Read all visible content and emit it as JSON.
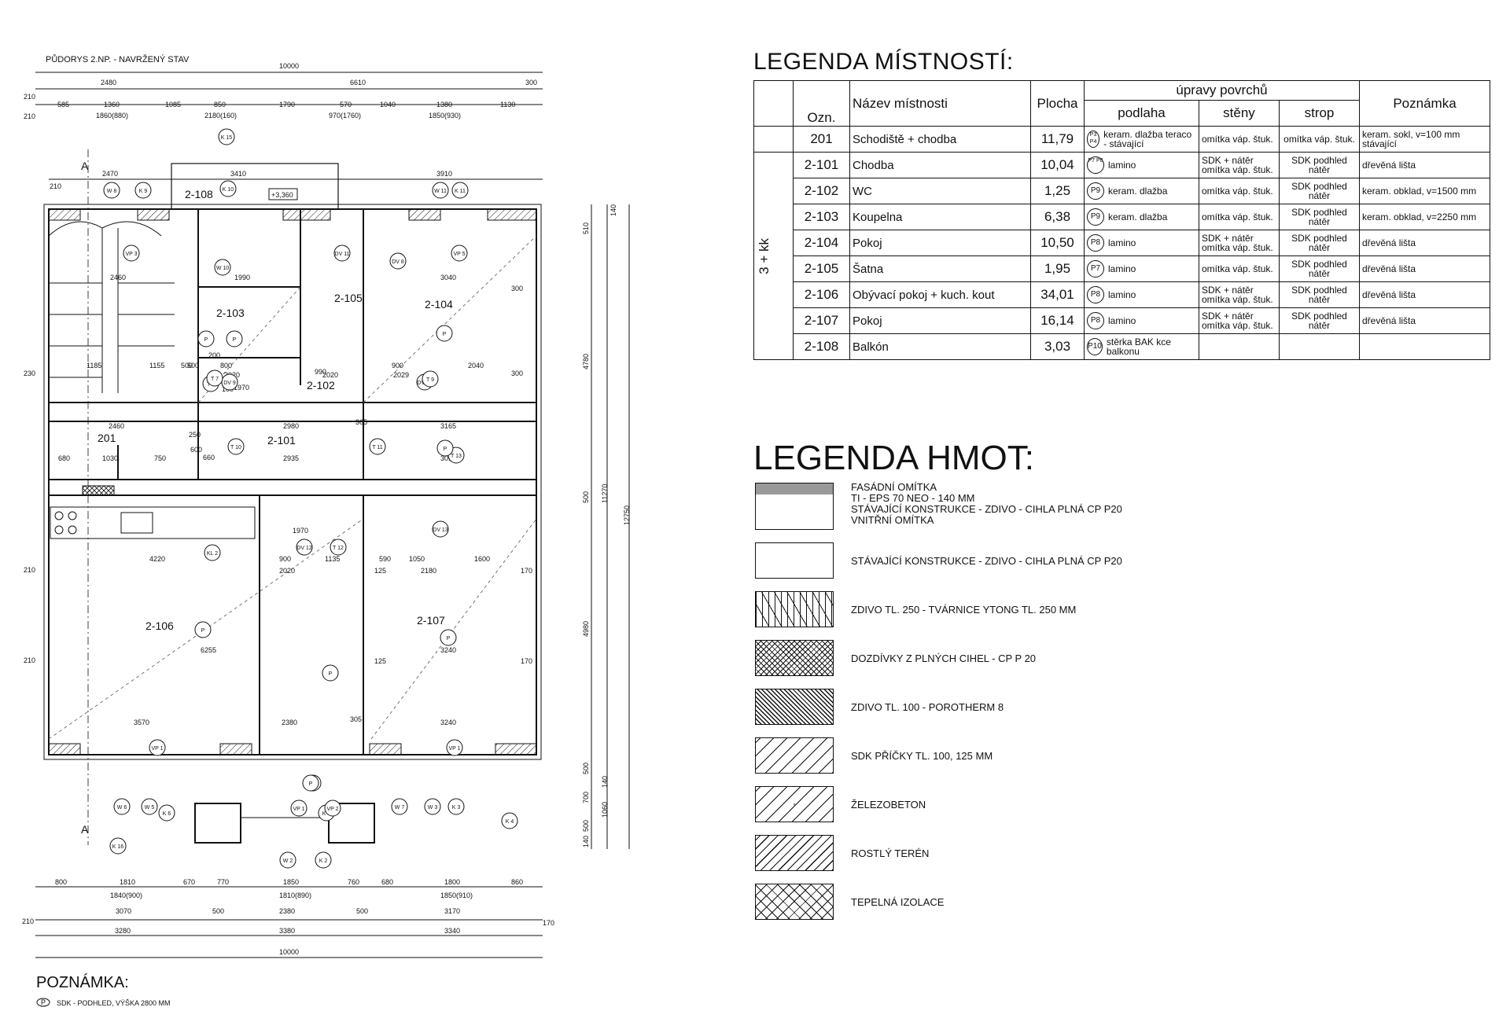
{
  "plan": {
    "title": "PŮDORYS 2.NP. - NAVRŽENÝ STAV",
    "level_mark": "+3,360",
    "section_marks": [
      "A",
      "A"
    ],
    "dims_top_total": "10000",
    "dims_top_row1": [
      "2480",
      "6610",
      "300"
    ],
    "dims_top_row2": [
      "585",
      "1360",
      "1085",
      "850",
      "1790",
      "570",
      "1040",
      "1380",
      "1130"
    ],
    "dims_top_row2_sub": [
      "1860(880)",
      "2180(160)",
      "970(1760)",
      "1850(930)"
    ],
    "dims_side_left": [
      "210",
      "210",
      "210",
      "230",
      "210",
      "210"
    ],
    "dims_right": [
      "140",
      "510",
      "4780",
      "500",
      "11270",
      "12750",
      "4980",
      "500",
      "140",
      "700",
      "1060",
      "500",
      "140"
    ],
    "dims_bottom_row1": [
      "800",
      "1810",
      "670",
      "770",
      "1850",
      "760",
      "680",
      "1800",
      "860"
    ],
    "dims_bottom_row1_sub": [
      "1840(900)",
      "1810(890)",
      "1850(910)"
    ],
    "dims_bottom_row2": [
      "3070",
      "500",
      "2380",
      "500",
      "3170"
    ],
    "dims_bottom_row3": [
      "3280",
      "3380",
      "3340"
    ],
    "dims_bottom_total": "10000",
    "dims_bottom_side": [
      "210",
      "170"
    ],
    "rooms": [
      {
        "id": "2-108"
      },
      {
        "id": "2-103"
      },
      {
        "id": "2-105"
      },
      {
        "id": "2-104"
      },
      {
        "id": "2-102"
      },
      {
        "id": "201"
      },
      {
        "id": "2-101"
      },
      {
        "id": "2-106"
      },
      {
        "id": "2-107"
      }
    ],
    "inner_dims": [
      "2470",
      "3410",
      "3910",
      "2460",
      "3040",
      "1185",
      "1155",
      "500",
      "2040",
      "2460",
      "2980",
      "3165",
      "680",
      "1030",
      "750",
      "2935",
      "3015",
      "4220",
      "900",
      "1135",
      "590",
      "1050",
      "1600",
      "2020",
      "2180",
      "6255",
      "3240",
      "3570",
      "2380",
      "3240",
      "2020",
      "2020",
      "2029",
      "500",
      "300",
      "300",
      "125",
      "125",
      "170",
      "170",
      "305",
      "200",
      "800",
      "900",
      "100",
      "250",
      "660",
      "600",
      "1970",
      "1970",
      "1990",
      "990",
      "365"
    ],
    "tags": [
      "W 8",
      "K 9",
      "K 10",
      "W 11",
      "K 11",
      "VP 3",
      "VP 5",
      "W 10",
      "DV 8",
      "DV 11",
      "DV 9",
      "DV 10",
      "DV 12",
      "DV 13",
      "T 5",
      "T 7",
      "T 9",
      "T 10",
      "T 11",
      "T 12",
      "T 13",
      "KL 2",
      "VP 1",
      "VP 1",
      "W 6",
      "W 5",
      "K 6",
      "K 7",
      "W 2",
      "K 2",
      "VP 1",
      "VP 2",
      "W 7",
      "W 3",
      "K 3",
      "K 4",
      "K 16",
      "K 15",
      "Z 8",
      "P",
      "P",
      "P",
      "P",
      "P",
      "P",
      "P",
      "P"
    ]
  },
  "note": {
    "title": "POZNÁMKA:",
    "symbol": "P",
    "text": "SDK - PODHLED, VÝŠKA 2800 MM"
  },
  "legend_rooms": {
    "title": "LEGENDA MÍSTNOSTÍ:",
    "headers": {
      "ozn": "Ozn.",
      "name": "Název místnosti",
      "area": "Plocha",
      "group": "úpravy povrchů",
      "floor": "podlaha",
      "walls": "stěny",
      "ceiling": "strop",
      "note": "Poznámka"
    },
    "group_label": "3 + kk",
    "rows": [
      {
        "ozn": "201",
        "name": "Schodiště + chodba",
        "area": "11,79",
        "code": "P3 P4",
        "floor": "keram. dlažba teraco - stávající",
        "walls": "omítka váp. štuk.",
        "ceiling": "omítka váp. štuk.",
        "note": "keram. sokl, v=100 mm stávající"
      },
      {
        "ozn": "2-101",
        "name": "Chodba",
        "area": "10,04",
        "code": "P7 P8",
        "floor": "lamino",
        "walls": "SDK + nátěr omítka váp. štuk.",
        "ceiling": "SDK podhled nátěr",
        "note": "dřevěná lišta"
      },
      {
        "ozn": "2-102",
        "name": "WC",
        "area": "1,25",
        "code": "P9",
        "floor": "keram. dlažba",
        "walls": "omítka váp. štuk.",
        "ceiling": "SDK podhled nátěr",
        "note": "keram. obklad, v=1500 mm"
      },
      {
        "ozn": "2-103",
        "name": "Koupelna",
        "area": "6,38",
        "code": "P9",
        "floor": "keram. dlažba",
        "walls": "omítka váp. štuk.",
        "ceiling": "SDK podhled nátěr",
        "note": "keram. obklad, v=2250 mm"
      },
      {
        "ozn": "2-104",
        "name": "Pokoj",
        "area": "10,50",
        "code": "P8",
        "floor": "lamino",
        "walls": "SDK + nátěr omítka váp. štuk.",
        "ceiling": "SDK podhled nátěr",
        "note": "dřevěná lišta"
      },
      {
        "ozn": "2-105",
        "name": "Šatna",
        "area": "1,95",
        "code": "P7",
        "floor": "lamino",
        "walls": "omítka váp. štuk.",
        "ceiling": "SDK podhled nátěr",
        "note": "dřevěná lišta"
      },
      {
        "ozn": "2-106",
        "name": "Obývací pokoj + kuch. kout",
        "area": "34,01",
        "code": "P8",
        "floor": "lamino",
        "walls": "SDK + nátěr omítka váp. štuk.",
        "ceiling": "SDK podhled nátěr",
        "note": "dřevěná lišta"
      },
      {
        "ozn": "2-107",
        "name": "Pokoj",
        "area": "16,14",
        "code": "P8",
        "floor": "lamino",
        "walls": "SDK + nátěr omítka váp. štuk.",
        "ceiling": "SDK podhled nátěr",
        "note": "dřevěná lišta"
      },
      {
        "ozn": "2-108",
        "name": "Balkón",
        "area": "3,03",
        "code": "P10",
        "floor": "stěrka BAK kce balkonu",
        "walls": "",
        "ceiling": "",
        "note": ""
      }
    ]
  },
  "legend_materials": {
    "title": "LEGENDA HMOT:",
    "items": [
      {
        "label_lines": [
          "FASÁDNÍ OMÍTKA",
          "TI - EPS 70 NEO - 140 MM",
          "STÁVAJÍCÍ KONSTRUKCE - ZDIVO - CIHLA PLNÁ CP P20",
          "VNITŘNÍ OMÍTKA"
        ]
      },
      {
        "label": "STÁVAJÍCÍ KONSTRUKCE - ZDIVO - CIHLA PLNÁ CP P20"
      },
      {
        "label": "ZDIVO TL. 250 - TVÁRNICE YTONG TL. 250 MM"
      },
      {
        "label": "DOZDÍVKY Z PLNÝCH CIHEL - CP P 20"
      },
      {
        "label": "ZDIVO TL. 100 - POROTHERM 8"
      },
      {
        "label": "SDK PŘÍČKY TL. 100, 125 MM"
      },
      {
        "label": "ŽELEZOBETON"
      },
      {
        "label": "ROSTLÝ TERÉN"
      },
      {
        "label": "TEPELNÁ IZOLACE"
      }
    ]
  }
}
